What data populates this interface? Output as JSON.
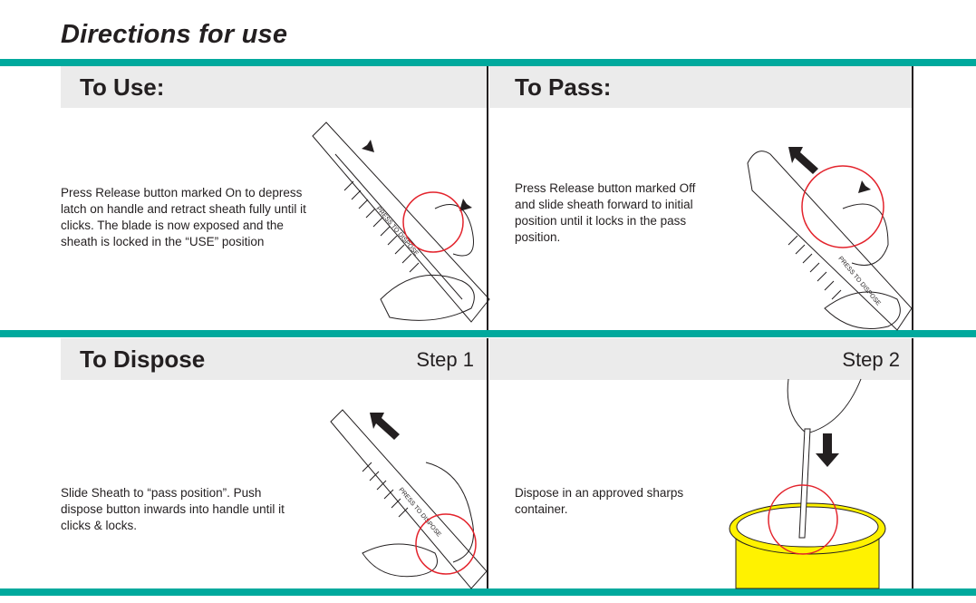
{
  "title": "Directions for use",
  "colors": {
    "accent": "#00a99d",
    "header_bg": "#ebebeb",
    "highlight_circle": "#e3232c",
    "container": "#fff200"
  },
  "panels": {
    "use": {
      "heading": "To Use:",
      "text": "Press Release button marked On to depress latch on handle and retract sheath fully until it clicks. The blade is now exposed and the sheath is locked in the “USE” position",
      "illustration_label": "PRESS TO DISPOSE"
    },
    "pass": {
      "heading": "To Pass:",
      "text": "Press Release button marked Off and slide sheath forward to initial position until it locks in the pass position.",
      "illustration_label": "PRESS TO DISPOSE"
    },
    "dispose1": {
      "heading": "To Dispose",
      "step": "Step 1",
      "text": "Slide Sheath to “pass position”. Push dispose button inwards into handle until it clicks & locks.",
      "illustration_label": "PRESS TO DISPOSE"
    },
    "dispose2": {
      "step": "Step 2",
      "text": "Dispose in an approved sharps container."
    }
  }
}
